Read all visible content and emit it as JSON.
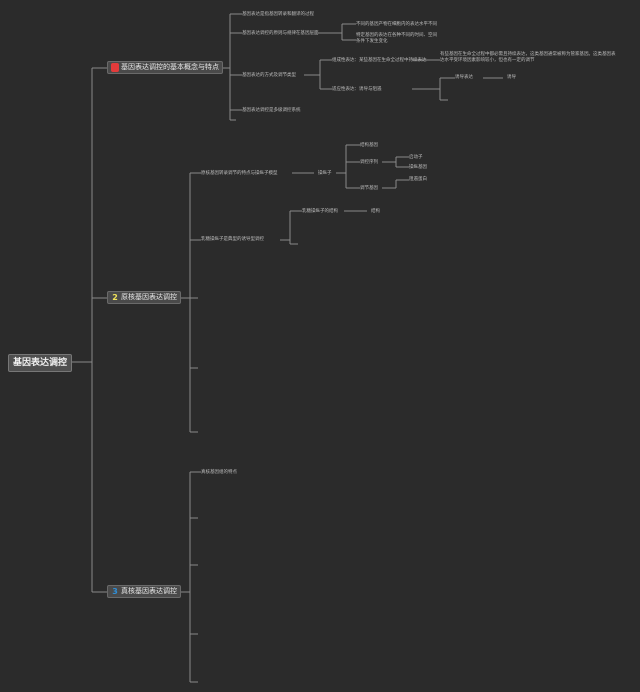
{
  "colors": {
    "background": "#2b2b2b",
    "line": "#8a8a8a",
    "badge1": "#e23b3b",
    "badge2": "#f0e35a",
    "badge3": "#2f8fd8"
  },
  "root": {
    "label": "基因表达调控"
  },
  "branches": [
    {
      "badge": "1",
      "label": "基因表达调控的基本概念与特点"
    },
    {
      "badge": "2",
      "label": "原核基因表达调控"
    },
    {
      "badge": "3",
      "label": "真核基因表达调控"
    }
  ],
  "b1": {
    "n1": "基因表达是指基因转录和翻译的过程",
    "n2": "基因表达调控的原则与规律在基因层面",
    "n2a": "不同的基因产物在细胞内的表达水平不同",
    "n2b": "特定基因的表达在各种不同的时间、空间条件下发生变化",
    "n3": "基因表达的方式及调节类型",
    "n3a": "组成性表达：某些基因在生命全过程中持续表达",
    "n3a_desc": "有些基因在生命全过程中都必需且持续表达，这类基因通常被称为管家基因。这类基因表达水平受环境因素影响较小，但也有一定的调节",
    "n3b": "适应性表达：诱导与阻遏",
    "n3b1": "诱导表达",
    "n3b1a": "诱导",
    "n4": "基因表达调控是多级调控系统"
  },
  "b2": {
    "n1": "原核基因转录调节的特点与操纵子模型",
    "n1a": "操纵子",
    "n1a1": "结构基因",
    "n1a2": "调控序列",
    "n1a2a": "启动子",
    "n1a2b": "操纵基因",
    "n1a3": "调节基因",
    "n1a3a": "阻遏蛋白",
    "n2": "乳糖操纵子是典型的诱导型调控",
    "n2a": "乳糖操纵子的结构",
    "n2a1": "结构"
  },
  "b3": {
    "n1": "真核基因组的特点"
  }
}
